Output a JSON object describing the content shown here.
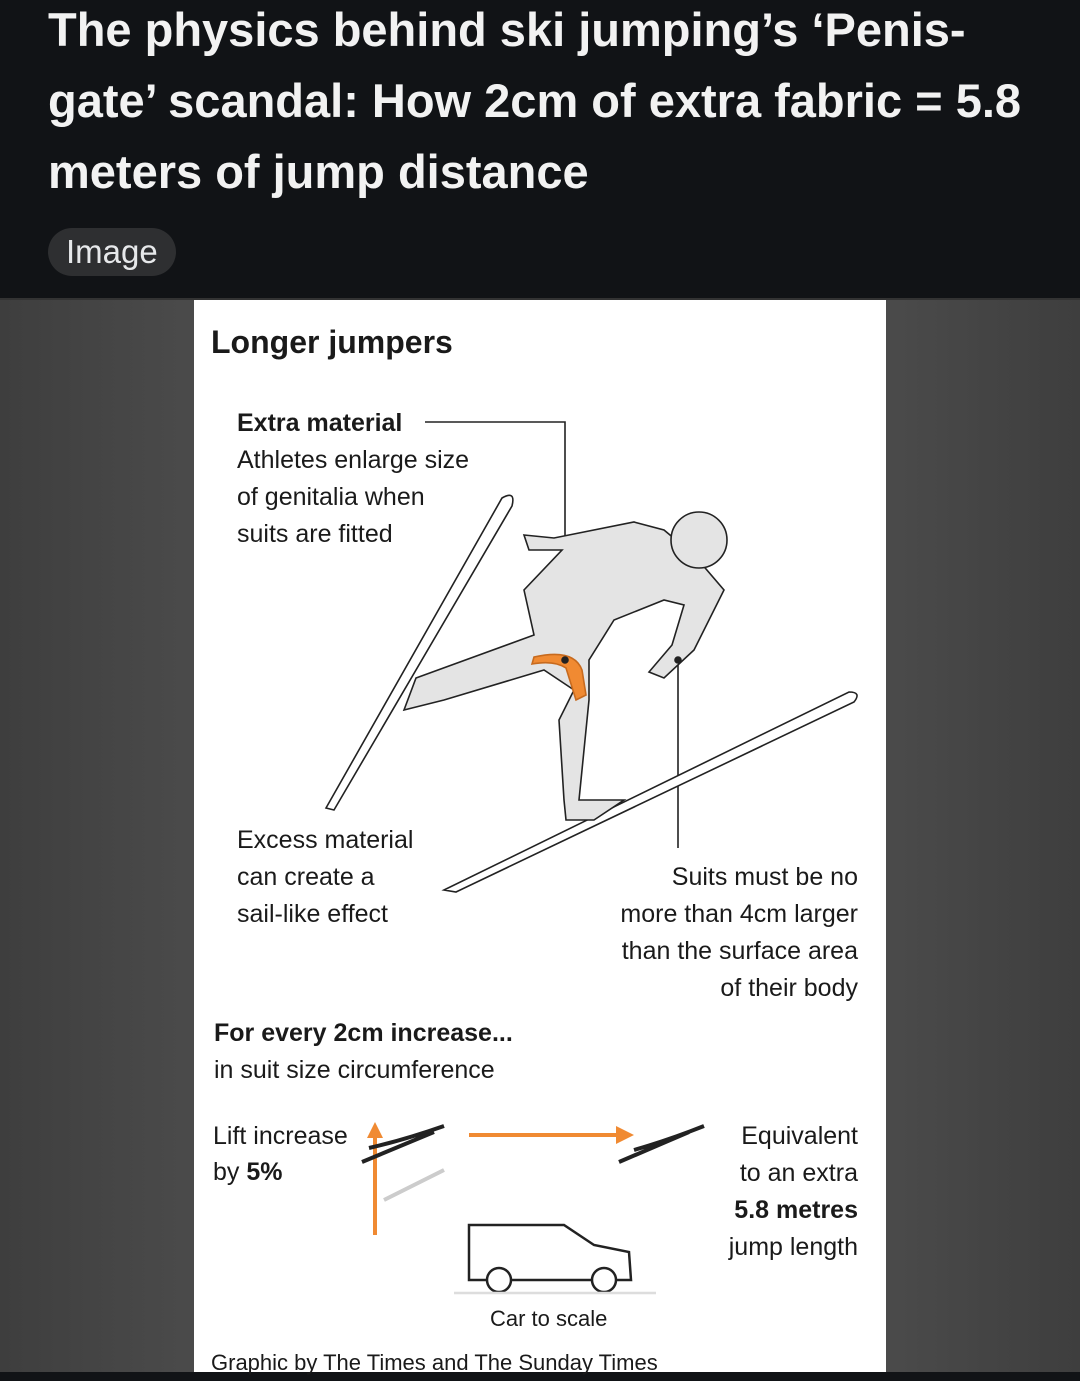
{
  "header": {
    "title": "The physics behind ski jumping’s ‘Penis-gate’ scandal: How 2cm of extra fabric = 5.8 meters of jump distance",
    "badge": "Image"
  },
  "graphic": {
    "title": "Longer jumpers",
    "extra_heading": "Extra material",
    "extra_lines": [
      "Athletes enlarge size",
      "of genitalia when",
      "suits are fitted"
    ],
    "excess_lines": [
      "Excess material",
      "can create a",
      "sail-like effect"
    ],
    "rule_lines": [
      "Suits must be no",
      "more than 4cm larger",
      "than the surface area",
      "of their body"
    ],
    "every_heading": "For every 2cm increase...",
    "every_sub": "in suit size circumference",
    "lift_label": "Lift increase",
    "lift_by": "by ",
    "lift_value": "5%",
    "equiv_lines": [
      "Equivalent",
      "to an extra"
    ],
    "equiv_value": "5.8 metres",
    "equiv_tail": "jump length",
    "car_label": "Car to scale",
    "credit": "Graphic by The Times and The Sunday Times",
    "accent": "#f08a32"
  }
}
